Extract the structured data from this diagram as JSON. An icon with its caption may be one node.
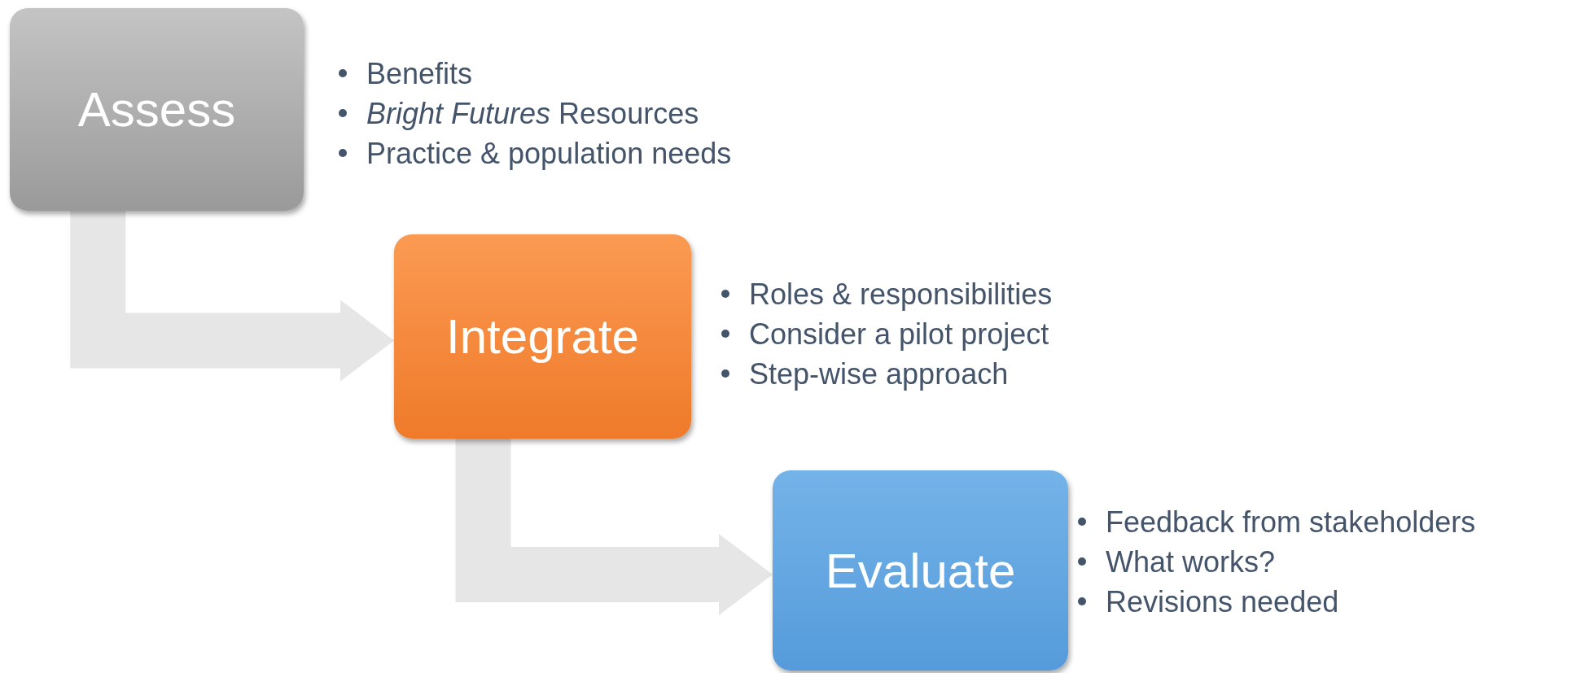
{
  "diagram": {
    "nodes": [
      {
        "text": [
          "Assess"
        ],
        "beside": [
          "Benefits",
          "*Bright Futures* Resources",
          "Practice & population needs"
        ]
      },
      {
        "text": [
          "Integrate"
        ],
        "beside": [
          "Roles & responsibilities",
          "Consider a pilot project",
          "Step-wise approach"
        ]
      },
      {
        "text": [
          "Evaluate"
        ],
        "beside": [
          "Feedback from stakeholders",
          "What works?",
          "Revisions needed"
        ]
      }
    ],
    "edges": [
      {
        "from": 0,
        "to": 1,
        "arrow": "to",
        "style": "thick"
      },
      {
        "from": 1,
        "to": 2,
        "arrow": "to",
        "style": "thick"
      }
    ]
  }
}
